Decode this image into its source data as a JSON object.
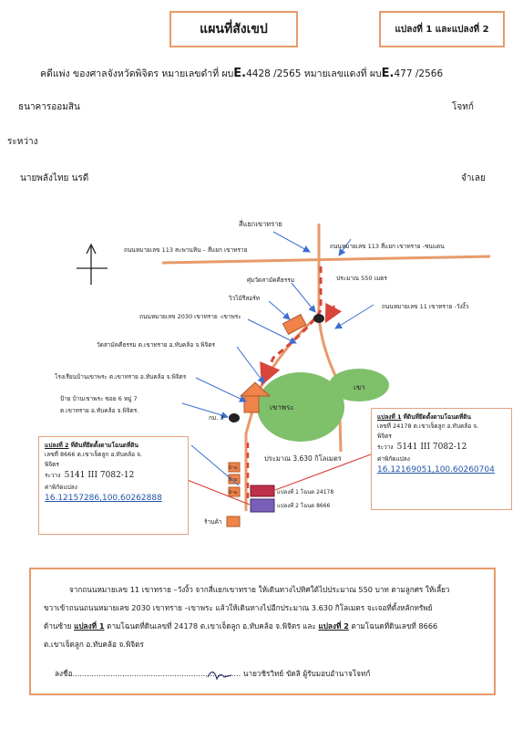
{
  "header": {
    "title": "แผนที่สังเขป",
    "plot_box": "แปลงที่ 1 และแปลงที่ 2",
    "case_prefix": "คดีแพ่ง ของศาลจังหวัดพิจิตร หมายเลขดำที่ ผบ",
    "case_black_letter": "E.",
    "case_black_no": "4428 /2565",
    "case_red_label": "หมายเลขแดงที่ ผบ",
    "case_red_letter": "E.",
    "case_red_no": "477 /2566"
  },
  "parties": {
    "plaintiff": "ธนาคารออมสิน",
    "plaintiff_role": "โจทก์",
    "between": "ระหว่าง",
    "defendant": "นายพลังไทย นรดี",
    "defendant_role": "จำเลย"
  },
  "map": {
    "north": "N",
    "label_junction": "สี่แยกเขาทราย",
    "road_113_west": "ถนนหมายเลข 113 สะพานหิน – สี่แยก เขาทราย",
    "road_113_east": "ถนนหมายเลข 113 สี่แยก เขาทราย -ชนแดน",
    "dist_550": "ประมาณ 550 เมตร",
    "label_shrine": "ศุ่มวัดสามัคคีธรรม",
    "label_resort": "วิวไม้รีสอร์ท",
    "road_2030": "ถนนหมายเลข 2030 เขาทราย -เขาพระ",
    "road_11": "ถนนหมายเลข 11 เขาทราย -วังงิ้ว",
    "label_temple": "วัดสามัคคีธรรม ต.เขาทราย อ.ทับคล้อ จ.พิจิตร",
    "label_school": "โรงเรียนบ้านเขาพระ ต.เขาทราย อ.ทับคล้อ จ.พิจิตร",
    "label_sign_1": "ป้าย   บ้านเขาพระ ซอย 6 หมู่ 7",
    "label_sign_2": "ต.เขาทราย   อ.ทับคล้อ จ.พิจิตร.",
    "label_km": "กม. 3",
    "label_mountain_khaophra": "เขาพระ",
    "label_mountain": "เขา",
    "dist_3630": "ประมาณ 3.630 กิโลเมตร",
    "house_label": "บ้าน",
    "plot1_label": "แปลงที่ 1 โฉนด 24178",
    "plot2_label": "แปลงที่ 2 โฉนด 8666",
    "shop_label": "ร้านค้า"
  },
  "box_plot2": {
    "title": "แปลงที่ 2",
    "title_rest": "ที่ดินที่ยึดตั้งตามโฉนดที่ดิน",
    "line1": "เลขที่ 8666 ต.เขาเจ็ดลูก   อ.ทับคล้อ จ.",
    "line2": "พิจิตร",
    "utm_label": "ระวาง",
    "utm": "5141 III 7082-12",
    "coord_label": "ค่าพิกัดแปลง",
    "coord": "16.12157286,100.60262888"
  },
  "box_plot1": {
    "title": "แปลงที่ 1",
    "title_rest": "ที่ดินที่ยึดตั้งตามโฉนดที่ดิน",
    "line1": "เลขที่ 24178 ต.เขาเจ็ดลูก   อ.ทับคล้อ จ.",
    "line2": "พิจิตร",
    "utm_label": "ระวาง",
    "utm": "5141 III 7082-12",
    "coord_label": "ค่าพิกัดแปลง",
    "coord": "16.12169051,100.60260704"
  },
  "directions": {
    "line1": "จากถนนหมายเลข 11 เขาทราย –วังงิ้ว  จากสี่แยกเขาทราย  ให้เดินทางไปทิศใต้ไปประมาณ 550 บาท ตามลูกศร ให้เลี้ยว",
    "line2": "ขวาเข้าถนนถนนหมายเลข 2030  เขาทราย –เขาพระ แล้วให้เดินทางไปอีกประมาณ 3.630 กิโลเมตร  จะเจอที่ดั้งหลักทรัพย์",
    "line3_a": "ด้านซ้าย",
    "line3_b": "แปลงที่ 1",
    "line3_c": "ตามโฉนดที่ดินเลขที่ 24178  ต.เขาเจ็ดลูก   อ.ทับคล้อ จ.พิจิตร และ",
    "line3_d": "แปลงที่ 2",
    "line3_e": "ตามโฉนดที่ดินเลขที่ 8666",
    "line4": "ต.เขาเจ็ดลูก   อ.ทับคล้อ จ.พิจิตร",
    "sign_prefix": "ลงชื่อ.......................................................................",
    "sign_name": "นายวชิรวิทย์  ขัดลิ ผู้รับมอบอำนาจโจทก์"
  }
}
